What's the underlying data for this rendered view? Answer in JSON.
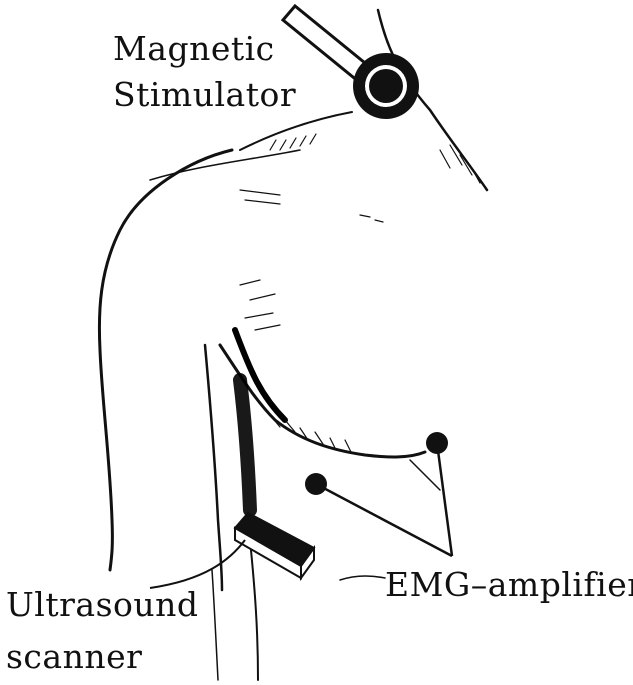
{
  "labels": {
    "stimulator_line1": "Magnetic",
    "stimulator_line2": "Stimulator",
    "ultrasound_line1": "Ultrasound",
    "ultrasound_line2": "scanner",
    "emg": "EMG–amplifier"
  },
  "colors": {
    "ink": "#111111",
    "background": "#ffffff"
  },
  "icons": [
    "magnetic-coil-icon",
    "ultrasound-probe-icon",
    "emg-electrode-icon"
  ]
}
